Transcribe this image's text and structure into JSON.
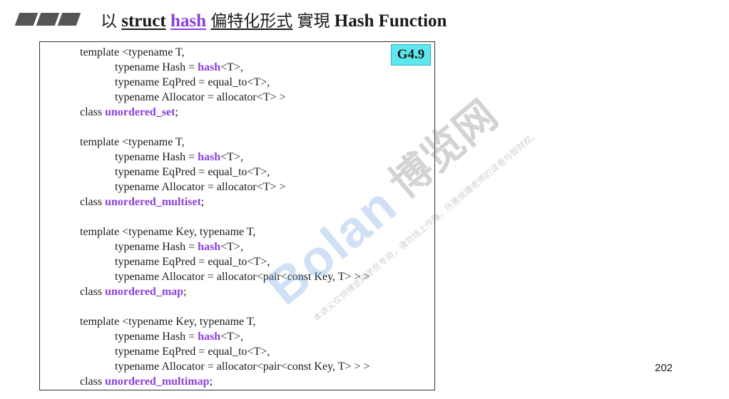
{
  "header": {
    "prefix": "以",
    "struct": "struct",
    "hash": "hash",
    "mid": "偏特化形式",
    "impl": "實現",
    "suffix": "Hash Function"
  },
  "tag": "G4.9",
  "blocks": [
    {
      "l1": "template <typename T,",
      "hash_pre": "typename Hash = ",
      "hash_kw": "hash",
      "hash_post": "<T>,",
      "eq": "typename EqPred = equal_to<T>,",
      "alloc": "typename Allocator = allocator<T> >",
      "cls_pre": "class ",
      "cls_name": "unordered_set",
      "cls_post": ";"
    },
    {
      "l1": "template <typename T,",
      "hash_pre": "typename Hash = ",
      "hash_kw": "hash",
      "hash_post": "<T>,",
      "eq": "typename EqPred = equal_to<T>,",
      "alloc": "typename Allocator = allocator<T> >",
      "cls_pre": "class ",
      "cls_name": "unordered_multiset",
      "cls_post": ";"
    },
    {
      "l1": "template <typename Key, typename T,",
      "hash_pre": "typename Hash = ",
      "hash_kw": "hash",
      "hash_post": "<T>,",
      "eq": "typename EqPred = equal_to<T>,",
      "alloc": "typename Allocator = allocator<pair<const Key, T> > >",
      "cls_pre": "class ",
      "cls_name": "unordered_map",
      "cls_post": ";"
    },
    {
      "l1": "template <typename Key, typename T,",
      "hash_pre": "typename Hash = ",
      "hash_kw": "hash",
      "hash_post": "<T>,",
      "eq": "typename EqPred = equal_to<T>,",
      "alloc": "typename Allocator = allocator<pair<const Key, T> > >",
      "cls_pre": "class ",
      "cls_name": "unordered_multimap",
      "cls_post": ";"
    }
  ],
  "watermark": {
    "logo": "Bolan",
    "cn": "博览网",
    "small": "本讲义仅供博览网学员专用，请勿线上传播，伤害侯捷老师的读者与智财权。"
  },
  "page_number": "202",
  "colors": {
    "highlight": "#8b3fd9",
    "tag_bg": "#5ee8ee"
  }
}
